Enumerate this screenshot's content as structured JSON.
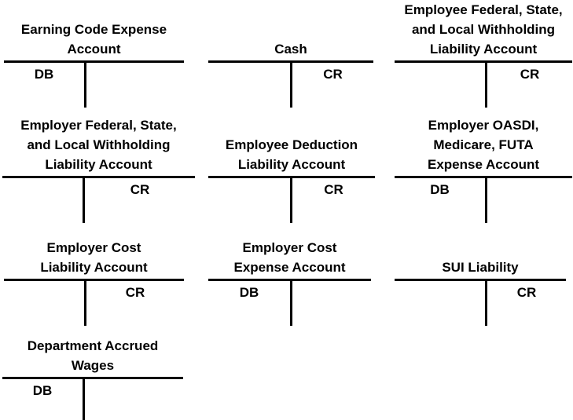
{
  "diagram": {
    "kind": "ledger-t-accounts",
    "colors": {
      "line": "#000000",
      "text": "#000000",
      "background": "#ffffff"
    }
  },
  "accounts": [
    {
      "title": "Earning Code Expense\nAccount",
      "side": "debit",
      "label": "DB"
    },
    {
      "title": "Cash",
      "side": "credit",
      "label": "CR"
    },
    {
      "title": "Employee Federal, State,\nand Local Withholding\nLiability Account",
      "side": "credit",
      "label": "CR"
    },
    {
      "title": "Employer Federal, State,\nand Local Withholding\nLiability Account",
      "side": "credit",
      "label": "CR"
    },
    {
      "title": "Employee Deduction\nLiability Account",
      "side": "credit",
      "label": "CR"
    },
    {
      "title": "Employer OASDI,\nMedicare, FUTA\nExpense Account",
      "side": "debit",
      "label": "DB"
    },
    {
      "title": "Employer Cost\nLiability Account",
      "side": "credit",
      "label": "CR"
    },
    {
      "title": "Employer Cost\nExpense Account",
      "side": "debit",
      "label": "DB"
    },
    {
      "title": "SUI Liability",
      "side": "credit",
      "label": "CR"
    },
    {
      "title": "Department Accrued\nWages",
      "side": "debit",
      "label": "DB"
    }
  ]
}
